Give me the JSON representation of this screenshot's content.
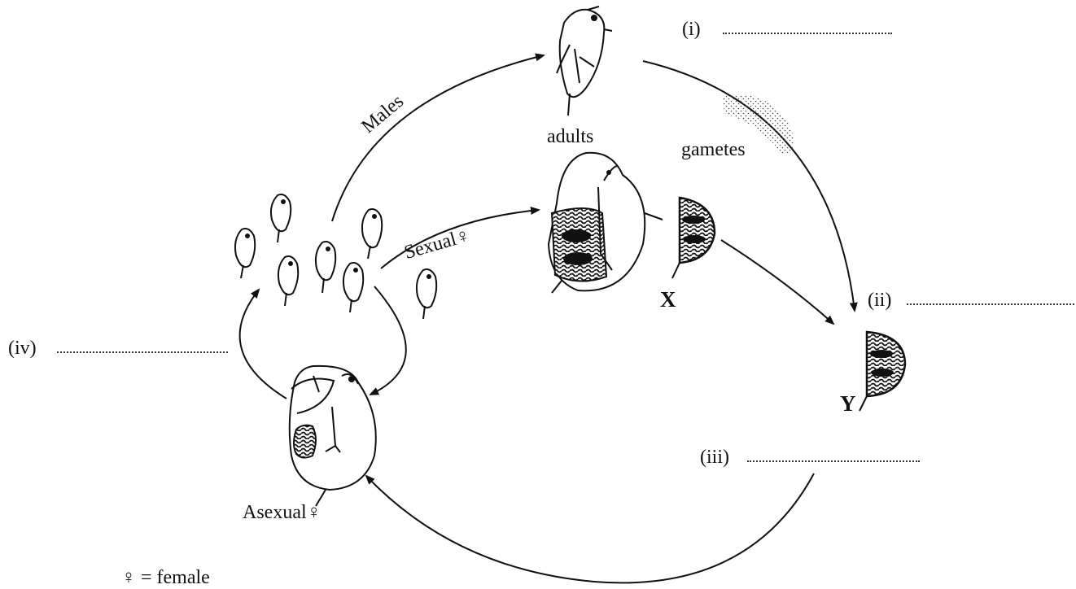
{
  "labels": {
    "males": "Males",
    "adults": "adults",
    "gametes": "gametes",
    "sexual_female": "Sexual♀",
    "asexual_female": "Asexual♀",
    "x": "X",
    "y": "Y",
    "blank_i": "(i)",
    "blank_ii": "(ii)",
    "blank_iii": "(iii)",
    "blank_iv": "(iv)",
    "key": "♀ = female"
  },
  "colors": {
    "ink": "#111111",
    "background": "#ffffff"
  }
}
